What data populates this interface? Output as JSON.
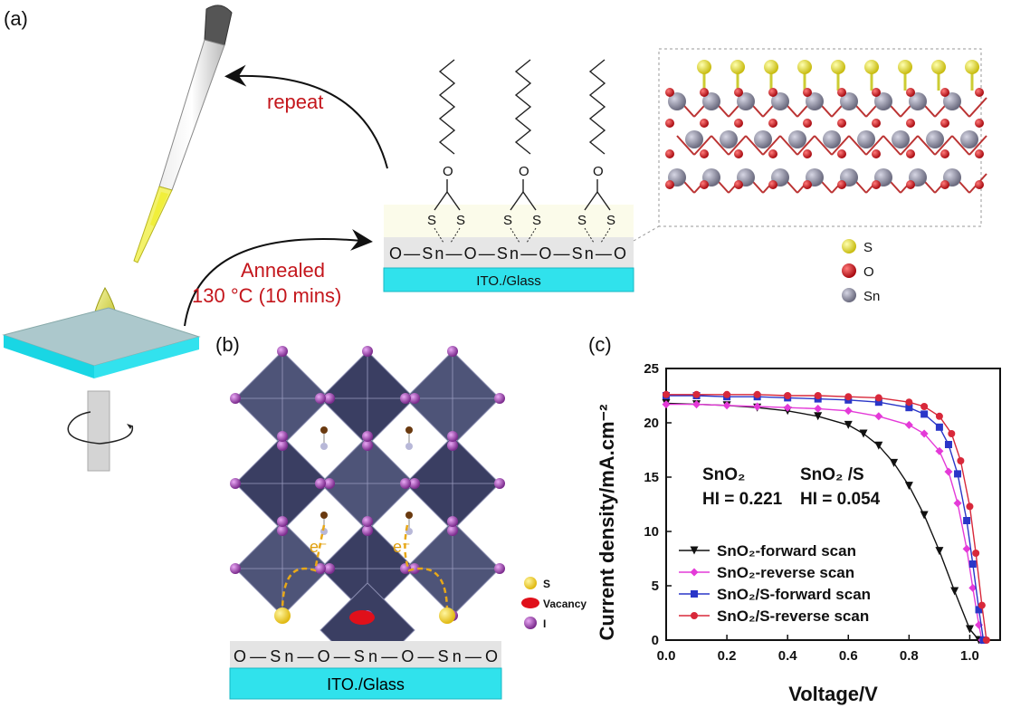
{
  "panels": {
    "a": "(a)",
    "b": "(b)",
    "c": "(c)"
  },
  "panel_a": {
    "repeat_text": "repeat",
    "annealed_line1": "Annealed",
    "annealed_line2": "130 °C (10 mins)",
    "substrate_label": "ITO./Glass",
    "surface_chain": "O—Sn—O—Sn—O—Sn—O",
    "thiol_atom": "S",
    "ether_atom": "O",
    "legend": [
      {
        "symbol": "S",
        "color": "#e8e02a"
      },
      {
        "symbol": "O",
        "color": "#c8141c"
      },
      {
        "symbol": "Sn",
        "color": "#8a8a9c"
      }
    ]
  },
  "panel_b": {
    "substrate_label": "ITO./Glass",
    "surface_chain": "O—Sn—O—Sn—O—Sn—O",
    "electron_label": "e⁻",
    "legend": [
      {
        "symbol": "S",
        "color": "#f4d632"
      },
      {
        "symbol": "Vacancy",
        "color": "#e0101a"
      },
      {
        "symbol": "I",
        "color": "#b46cc8"
      }
    ]
  },
  "chart_data": {
    "type": "line",
    "xlabel": "Voltage/V",
    "ylabel": "Current density/mA.cm⁻²",
    "xlim": [
      0.0,
      1.1
    ],
    "ylim": [
      0,
      25
    ],
    "xticks": [
      "0.0",
      "0.2",
      "0.4",
      "0.6",
      "0.8",
      "1.0"
    ],
    "yticks": [
      "0",
      "5",
      "10",
      "15",
      "20",
      "25"
    ],
    "annotations": [
      {
        "label": "SnO₂",
        "value": "HI = 0.221"
      },
      {
        "label": "SnO₂ /S",
        "value": "HI = 0.054"
      }
    ],
    "legend_position": "bottom-left",
    "series": [
      {
        "name": "SnO₂-forward scan",
        "color": "#111111",
        "marker": "triangle-down",
        "x": [
          0.0,
          0.1,
          0.2,
          0.3,
          0.4,
          0.5,
          0.6,
          0.65,
          0.7,
          0.75,
          0.8,
          0.85,
          0.9,
          0.95,
          1.0,
          1.03
        ],
        "y": [
          21.8,
          21.7,
          21.6,
          21.4,
          21.1,
          20.6,
          19.8,
          19.0,
          17.9,
          16.3,
          14.2,
          11.5,
          8.2,
          4.5,
          1.0,
          0.0
        ]
      },
      {
        "name": "SnO₂-reverse scan",
        "color": "#e43ad8",
        "marker": "diamond",
        "x": [
          0.0,
          0.1,
          0.2,
          0.3,
          0.4,
          0.5,
          0.6,
          0.7,
          0.8,
          0.85,
          0.9,
          0.93,
          0.96,
          0.99,
          1.01,
          1.03,
          1.04
        ],
        "y": [
          21.7,
          21.7,
          21.6,
          21.5,
          21.4,
          21.3,
          21.1,
          20.6,
          19.8,
          19.0,
          17.4,
          15.5,
          12.6,
          8.4,
          4.8,
          1.4,
          0.0
        ]
      },
      {
        "name": "SnO₂/S-forward scan",
        "color": "#2a36c8",
        "marker": "square",
        "x": [
          0.0,
          0.1,
          0.2,
          0.3,
          0.4,
          0.5,
          0.6,
          0.7,
          0.8,
          0.85,
          0.9,
          0.93,
          0.96,
          0.99,
          1.01,
          1.03,
          1.045
        ],
        "y": [
          22.5,
          22.5,
          22.4,
          22.4,
          22.3,
          22.2,
          22.1,
          21.9,
          21.4,
          20.8,
          19.6,
          18.0,
          15.3,
          11.0,
          7.0,
          2.8,
          0.0
        ]
      },
      {
        "name": "SnO₂/S-reverse scan",
        "color": "#d8283a",
        "marker": "circle",
        "x": [
          0.0,
          0.1,
          0.2,
          0.3,
          0.4,
          0.5,
          0.6,
          0.7,
          0.8,
          0.85,
          0.9,
          0.94,
          0.97,
          1.0,
          1.02,
          1.04,
          1.055
        ],
        "y": [
          22.6,
          22.6,
          22.6,
          22.6,
          22.5,
          22.5,
          22.4,
          22.3,
          21.9,
          21.5,
          20.6,
          19.0,
          16.5,
          12.3,
          8.0,
          3.2,
          0.0
        ]
      }
    ]
  }
}
